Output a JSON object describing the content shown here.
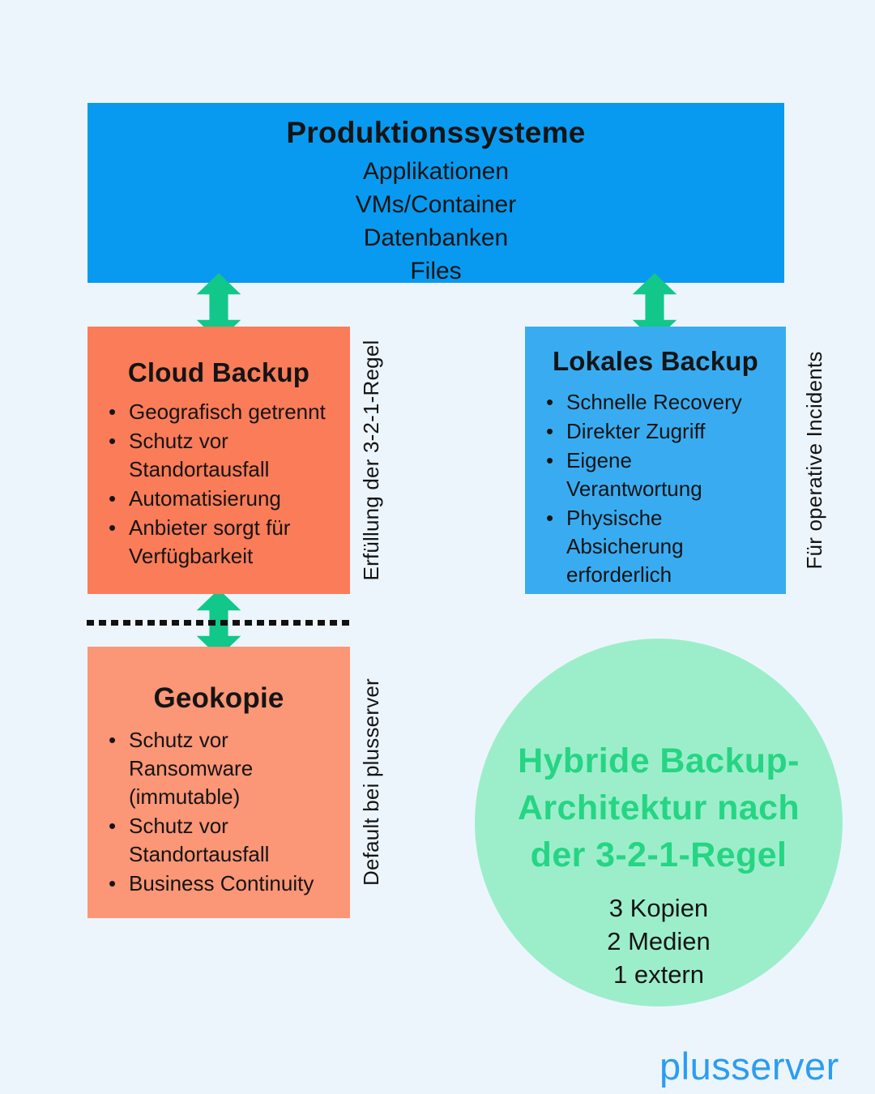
{
  "colors": {
    "bg": "#edf5fc",
    "production_blue": "#089af0",
    "local_blue": "#39acf1",
    "cloud_orange": "#fb7c58",
    "geo_salmon": "#fb9676",
    "arrow_green": "#12c78a",
    "circle_fill": "#9ceecb",
    "circle_title": "#25d583",
    "logo_blue": "#2b9df3",
    "text_dark": "#141414",
    "dotted": "#111111"
  },
  "production": {
    "title": "Produktionssysteme",
    "items": [
      "Applikationen",
      "VMs/Container",
      "Datenbanken",
      "Files"
    ]
  },
  "cloud_backup": {
    "title": "Cloud Backup",
    "bullets": [
      "Geografisch getrennt",
      "Schutz vor\nStandortausfall",
      "Automatisierung",
      "Anbieter sorgt für\nVerfügbarkeit"
    ],
    "side_label": "Erfüllung der 3-2-1-Regel"
  },
  "local_backup": {
    "title": "Lokales Backup",
    "bullets": [
      "Schnelle Recovery",
      "Direkter Zugriff",
      "Eigene\nVerantwortung",
      "Physische\nAbsicherung\nerforderlich"
    ],
    "side_label": "Für operative Incidents"
  },
  "geo_copy": {
    "title": "Geokopie",
    "bullets": [
      "Schutz vor\nRansomware\n(immutable)",
      "Schutz vor\nStandortausfall",
      "Business Continuity"
    ],
    "side_label": "Default bei plusserver"
  },
  "rule_circle": {
    "title": "Hybride Backup-\nArchitektur nach\nder 3-2-1-Regel",
    "facts": [
      "3 Kopien",
      "2 Medien",
      "1 extern"
    ]
  },
  "logo": {
    "text": "plusserver"
  }
}
